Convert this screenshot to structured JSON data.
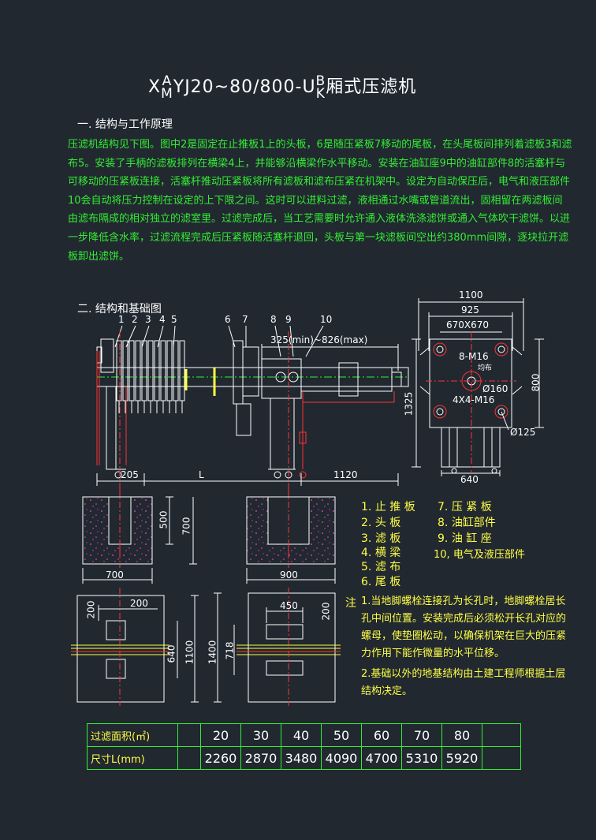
{
  "title": {
    "prefix": "X",
    "sup1": "A",
    "sub1": "M",
    "middle": "YJ20~80/800-U",
    "sup2": "B",
    "sub2": "K",
    "suffix": "厢式压滤机"
  },
  "section1": {
    "heading": "一.  结构与工作原理",
    "paragraph": "       压滤机结构见下图。图中2是固定在止推板1上的头板，6是随压紧板7移动的尾板，在头尾板间排列着滤板3和滤布5。安装了手柄的滤板排列在横梁4上，并能够沿横梁作水平移动。安装在油缸座9中的油缸部件8的活塞杆与可移动的压紧板连接，活塞杆推动压紧板将所有滤板和滤布压紧在机架中。设定为自动保压后，电气和液压部件10会自动将压力控制在设定的上下限之间。这时可以进料过滤，液相通过水嘴或管道流出，固相留在两滤板间由滤布隔成的相对独立的滤室里。过滤完成后，当工艺需要时允许通入液体洗涤滤饼或通入气体吹干滤饼。以进一步降低含水率，过滤流程完成后压紧板随活塞杆退回，头板与第一块滤板间空出约380mm间隙，逐块拉开滤板卸出滤饼。"
  },
  "section2": {
    "heading": "二.  结构和基础图"
  },
  "part_callouts": [
    "1",
    "2",
    "3",
    "4",
    "5",
    "6",
    "7",
    "8",
    "9",
    "10"
  ],
  "main_view": {
    "stroke_label": "325(min)~826(max)",
    "dim_left": "205",
    "dim_L": "L",
    "dim_right": "1120"
  },
  "end_view": {
    "dim_1100": "1100",
    "dim_925": "925",
    "dim_670": "670X670",
    "hole1": "8-M16",
    "hole1_sub": "均布",
    "dim_160": "Ø160",
    "hole2": "4X4-M16",
    "dim_125": "Ø125",
    "dim_800": "800",
    "dim_1325": "1325",
    "dim_640": "640"
  },
  "foundation_left": {
    "dim_500": "500",
    "dim_700h": "700",
    "dim_700w": "700"
  },
  "foundation_right": {
    "dim_900": "900"
  },
  "plan_left": {
    "dim_200a": "200",
    "dim_200b": "200",
    "dim_640": "640",
    "dim_1100": "1100"
  },
  "plan_right": {
    "dim_450": "450",
    "dim_200": "200",
    "dim_1400": "1400",
    "dim_718": "718"
  },
  "legend": [
    {
      "num": "1.",
      "name": "止 推 板"
    },
    {
      "num": "2.",
      "name": "头     板"
    },
    {
      "num": "3.",
      "name": "滤     板"
    },
    {
      "num": "4.",
      "name": "横     梁"
    },
    {
      "num": "5.",
      "name": "滤     布"
    },
    {
      "num": "6.",
      "name": "尾     板"
    },
    {
      "num": "7.",
      "name": "压 紧 板"
    },
    {
      "num": "8.",
      "name": "油缸部件"
    },
    {
      "num": "9.",
      "name": "油 缸 座"
    },
    {
      "num": "10,",
      "name": "电气及液压部件"
    }
  ],
  "notes": {
    "label": "注",
    "note1": "1.当地脚螺栓连接孔为长孔时，地脚螺栓居长孔中间位置。安装完成后必须松开长孔对应的螺母，使垫圈松动，以确保机架在巨大的压紧力作用下能作微量的水平位移。",
    "note2": "2.基础以外的地基结构由土建工程师根据土层结构决定。"
  },
  "spec_table": {
    "row1_label": "过滤面积(㎡)",
    "row2_label": "尺寸L(mm)",
    "areas": [
      "20",
      "30",
      "40",
      "50",
      "60",
      "70",
      "80"
    ],
    "lengths": [
      "2260",
      "2870",
      "3480",
      "4090",
      "4700",
      "5310",
      "5920"
    ]
  },
  "colors": {
    "background": "#212830",
    "primary": "#ffffff",
    "text_green": "#33ee33",
    "text_yellow": "#ffff44",
    "dim_red": "#ff3333",
    "hatch": "#ff44cc"
  }
}
